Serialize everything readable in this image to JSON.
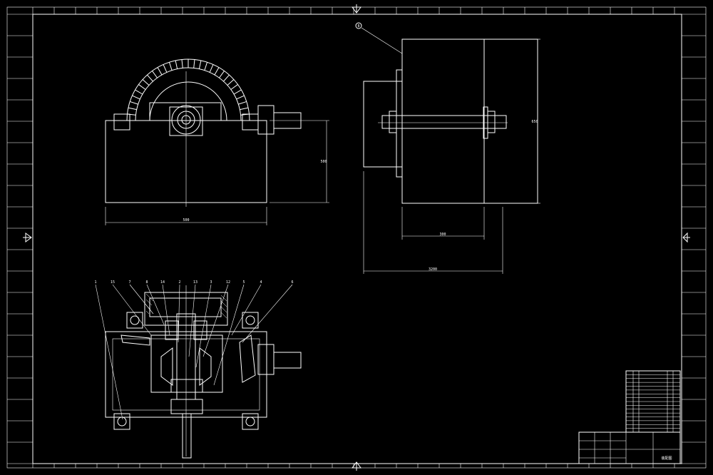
{
  "drawing": {
    "background": "#000000",
    "line_color": "#ffffff",
    "dims": {
      "front_width": "500",
      "front_height": "500",
      "side_height": "650",
      "side_inner_width": "300",
      "side_overall_width": "3200"
    },
    "part_balloon_top": "8",
    "section_balloons": [
      "1",
      "15",
      "7",
      "8",
      "14",
      "2",
      "13",
      "3",
      "12",
      "5",
      "4",
      "6"
    ],
    "parts_table_rows": 15,
    "title_block_label": "装配图"
  }
}
